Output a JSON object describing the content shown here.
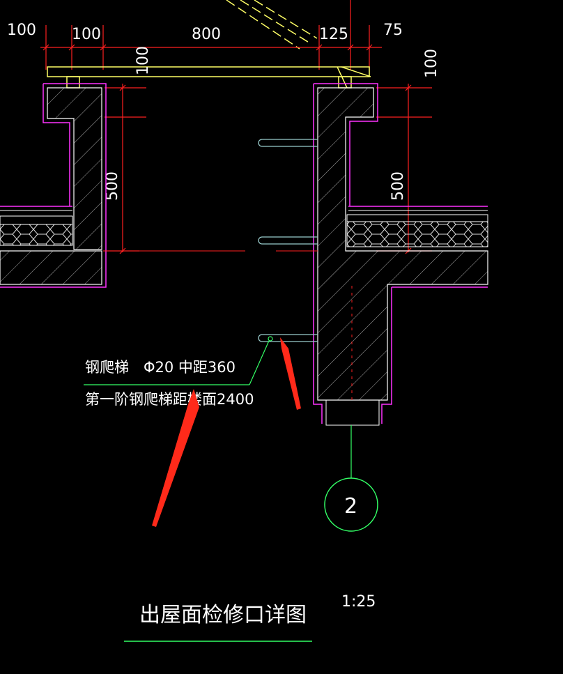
{
  "dimensions": {
    "top": [
      "100",
      "100",
      "800",
      "125",
      "75"
    ],
    "slab_left": "100",
    "slab_right": "100",
    "upstand_left": "500",
    "upstand_right": "500"
  },
  "annotation": {
    "line1": "钢爬梯　Φ20 中距360",
    "line2": "第一阶钢爬梯距楼面2400"
  },
  "detail_tag": "2",
  "title": "出屋面检修口详图",
  "scale": "1:25",
  "colors": {
    "background": "#000000",
    "outline": "#ff33ff",
    "dimension": "#ff2020",
    "cover": "#ffff66",
    "leader": "#33ff66",
    "rung": "#99cccc",
    "arrow": "#ff2a1a",
    "hatch": "#aaaaaa"
  }
}
